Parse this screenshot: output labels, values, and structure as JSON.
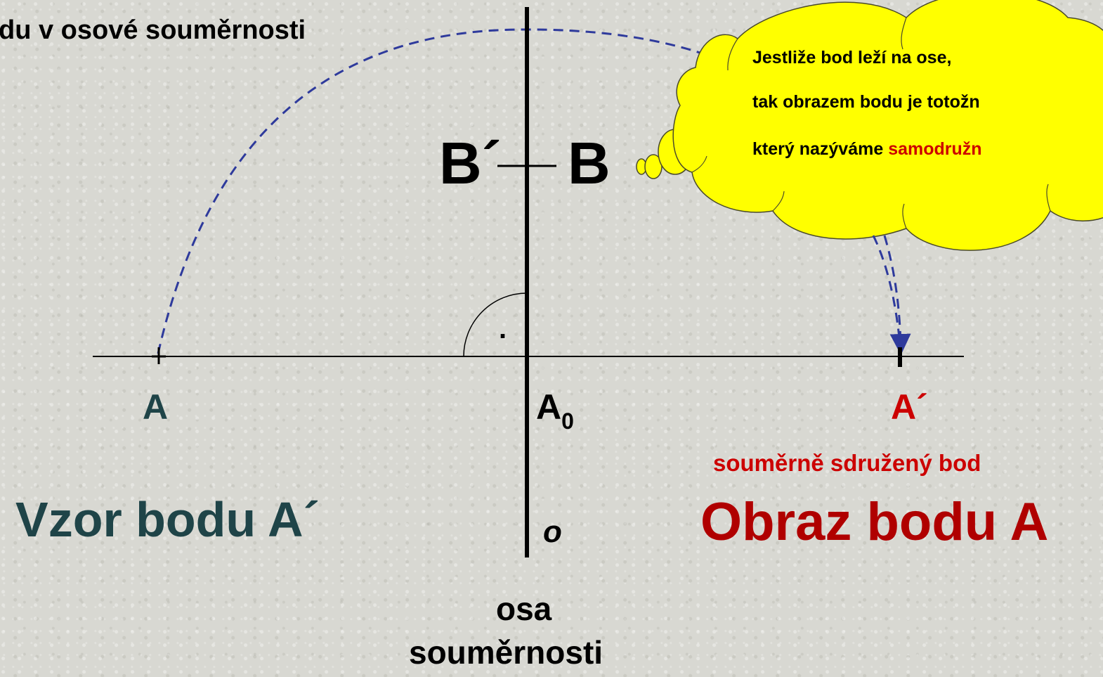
{
  "title_partial": "du v osové souměrnosti",
  "points": {
    "A": "A",
    "A0_base": "A",
    "A0_sub": "0",
    "A_prime": "A´",
    "B": "B",
    "B_prime": "B´",
    "axis_o": "o",
    "right_angle_dot": "."
  },
  "axis_label": {
    "line1": "osa",
    "line2": "souměrnosti"
  },
  "preimage_label": "Vzor bodu A´",
  "image_label": "Obraz bodu A",
  "conjugate_label": "souměrně sdružený bod",
  "bubble": {
    "line1": "Jestliže bod leží na ose,",
    "line2": "tak obrazem bodu je totožn",
    "line3_prefix": "který nazýváme ",
    "line3_highlight": "samodružn"
  },
  "colors": {
    "bubble_fill": "#ffff00",
    "highlight_red": "#cc0000",
    "dark_teal": "#1f4448",
    "dashed_blue": "#2e3a9c"
  }
}
